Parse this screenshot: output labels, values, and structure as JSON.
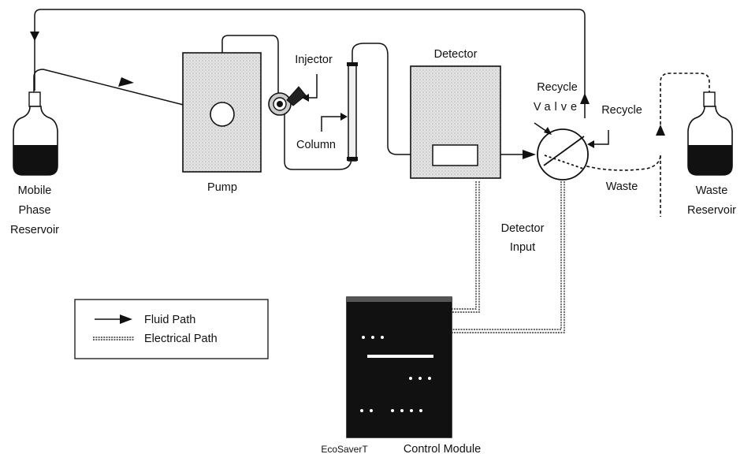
{
  "labels": {
    "mobile_phase_reservoir": [
      "Mobile",
      "Phase",
      "Reservoir"
    ],
    "pump": "Pump",
    "injector": "Injector",
    "column": "Column",
    "detector": "Detector",
    "recycle_valve": [
      "Recycle",
      "Valve"
    ],
    "recycle": "Recycle",
    "waste": "Waste",
    "waste_reservoir": [
      "Waste",
      "Reservoir"
    ],
    "detector_input": [
      "Detector",
      "Input"
    ],
    "control_module": [
      "EcoSaverT",
      "Control Module"
    ]
  },
  "legend": {
    "fluid_path": "Fluid Path",
    "electrical_path": "Electrical Path"
  },
  "colors": {
    "line": "#111111",
    "fill_light": "#e2e2e2",
    "fill_dark": "#111111",
    "background": "#ffffff"
  },
  "icons": {
    "fluid_arrow": "triangle-arrowhead",
    "electrical_wire": "wavy-double-line"
  }
}
